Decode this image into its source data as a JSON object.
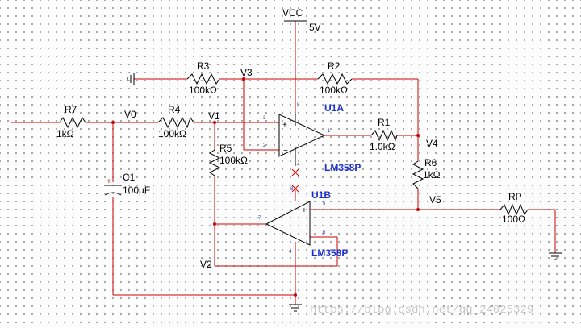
{
  "supply": {
    "net": "VCC",
    "voltage": "5V"
  },
  "resistors": {
    "R1": {
      "name": "R1",
      "value": "1.0kΩ"
    },
    "R2": {
      "name": "R2",
      "value": "100kΩ"
    },
    "R3": {
      "name": "R3",
      "value": "100kΩ"
    },
    "R4": {
      "name": "R4",
      "value": "100kΩ"
    },
    "R5": {
      "name": "R5",
      "value": "100kΩ"
    },
    "R6": {
      "name": "R6",
      "value": "1kΩ"
    },
    "R7": {
      "name": "R7",
      "value": "1kΩ"
    },
    "RP": {
      "name": "RP",
      "value": "100Ω"
    }
  },
  "capacitor": {
    "name": "C1",
    "value": "100µF",
    "polarity": "+"
  },
  "opamps": {
    "u1a": {
      "ref": "U1A",
      "part": "LM358P",
      "pin_plus": "3",
      "pin_minus": "2",
      "pin_out": "1",
      "pin_vcc": "8",
      "pin_gnd": "4"
    },
    "u1b": {
      "ref": "U1B",
      "part": "LM358P",
      "pin_plus": "5",
      "pin_minus": "6",
      "pin_out": "7",
      "pin_vcc": "8",
      "pin_gnd": "4"
    }
  },
  "nets": {
    "v0": "V0",
    "v1": "V1",
    "v2": "V2",
    "v3": "V3",
    "v4": "V4",
    "v5": "V5"
  },
  "watermark": "https://blog.csdn.net/qq_24025329",
  "colors": {
    "wire": "#cc0000",
    "component": "#000000",
    "pin_label": "#2030c0",
    "ref_label": "#1a2fd0",
    "no_connect": "#cc0000"
  }
}
